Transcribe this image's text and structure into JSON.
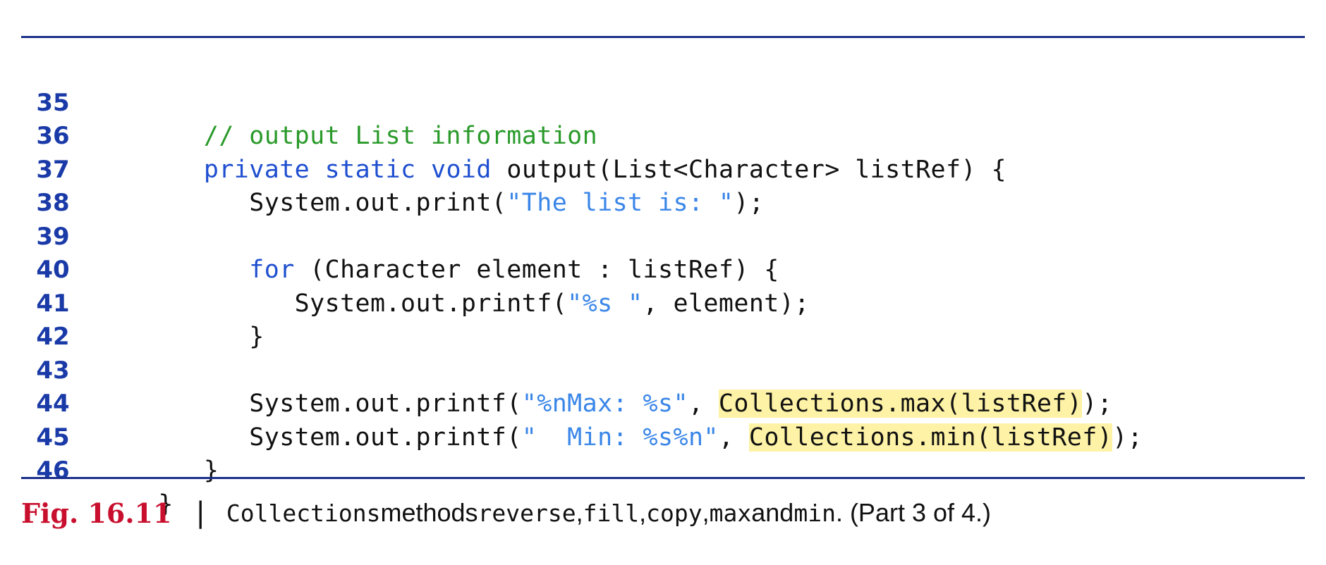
{
  "code": {
    "lines": [
      {
        "num": "35",
        "indent": "      ",
        "comment": "// output List information"
      },
      {
        "num": "36",
        "indent": "      ",
        "kw1": "private",
        "kw2": "static",
        "kw3": "void",
        "rest": "output(List<Character> listRef) {"
      },
      {
        "num": "37",
        "indent": "         ",
        "pre": "System.out.print(",
        "str": "\"The list is: \"",
        "post": ");"
      },
      {
        "num": "38"
      },
      {
        "num": "39",
        "indent": "         ",
        "kw": "for",
        "rest": " (Character element : listRef) {"
      },
      {
        "num": "40",
        "indent": "            ",
        "pre": "System.out.printf(",
        "str": "\"%s \"",
        "post": ", element);"
      },
      {
        "num": "41",
        "indent": "         ",
        "text": "}"
      },
      {
        "num": "42"
      },
      {
        "num": "43",
        "indent": "         ",
        "pre": "System.out.printf(",
        "str": "\"%nMax: %s\"",
        "mid": ", ",
        "hl": "Collections.max(listRef)",
        "post": ");"
      },
      {
        "num": "44",
        "indent": "         ",
        "pre": "System.out.printf(",
        "str": "\"  Min: %s%n\"",
        "mid": ", ",
        "hl": "Collections.min(listRef)",
        "post": ");"
      },
      {
        "num": "45",
        "indent": "      ",
        "text": "}"
      },
      {
        "num": "46",
        "indent": "   ",
        "text": "}"
      }
    ]
  },
  "caption": {
    "fig_label": "Fig. 16.11",
    "separator": "|",
    "class_name": "Collections",
    "text_methods": " methods ",
    "m_reverse": "reverse",
    "comma1": ", ",
    "m_fill": "fill",
    "comma2": ", ",
    "m_copy": "copy",
    "comma3": ", ",
    "m_max": "max",
    "text_and": " and ",
    "m_min": "min",
    "text_part": ". (Part 3 of 4.)"
  },
  "colors": {
    "rule": "#1a2f8a",
    "line_number": "#1a3aa8",
    "keyword": "#1f4fd0",
    "string": "#3a86e8",
    "comment": "#2a9a2a",
    "highlight": "#fdf2a6",
    "figure_label": "#c8102e"
  }
}
